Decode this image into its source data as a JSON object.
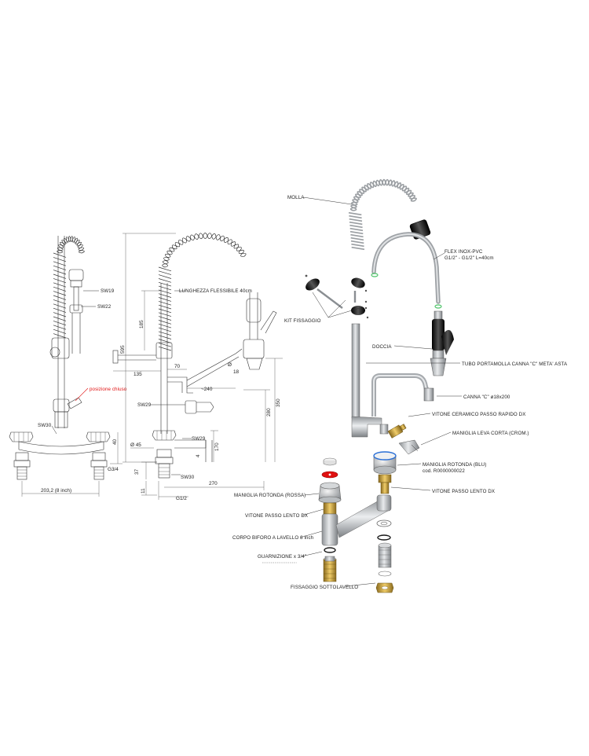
{
  "colors": {
    "red": "#e01010",
    "blue": "#2a6fd6",
    "brass": "#c9a03a",
    "black": "#1a1a1a",
    "green": "#4fc46a",
    "steel": "#b9bcc0"
  },
  "drawing": {
    "front": {
      "labels": {
        "sw19": "SW19",
        "sw22": "SW22",
        "posizione": "posizione chiuso",
        "sw30": "SW30",
        "dim_203": "203,2  (8 inch)",
        "dim_g34": "G3/4",
        "dim_40": "40"
      }
    },
    "side": {
      "labels": {
        "lunghezza": "LUNGHEZZA FLESSIBILE 40cm",
        "d185": "185",
        "d595": "595",
        "d135": "135",
        "d70": "70",
        "d240": "~240",
        "phi": "Ø",
        "d18": "18",
        "sw29a": "SW29",
        "sw29b": "SW29",
        "sw30": "SW30",
        "phi45": "Ø  45",
        "d37": "37",
        "d11": "11",
        "d170": "170",
        "d270": "270",
        "g12": "G1/2",
        "d280": "280",
        "d350": "350",
        "d4": "4"
      }
    },
    "exploded": {
      "labels": {
        "molla": "MOLLA",
        "flex1": "FLEX INOX-PVC",
        "flex2": "G1/2\" - G1/2\" L=40cm",
        "kit": "KIT FISSAGGIO",
        "doccia": "DOCCIA",
        "tubo": "TUBO PORTAMOLLA CANNA \"C\" META' ASTA",
        "canna": "CANNA \"C\"  ø18x200",
        "vitone_ceramico": "VITONE CERAMICO PASSO RAPIDO DX",
        "maniglia_leva": "MANIGLIA LEVA CORTA (CROM.)",
        "maniglia_blu1": "MANIGLIA ROTONDA (BLU)",
        "maniglia_blu2": "cod. R0000000022",
        "vitone_lento_r": "VITONE PASSO LENTO DX",
        "maniglia_rossa": "MANIGLIA ROTONDA (ROSSA)",
        "vitone_lento_l": "VITONE PASSO LENTO DX",
        "corpo": "CORPO BIFORO A LAVELLO 8 inch",
        "guarnizione": "GUARNIZIONE x 3/4\"",
        "fissaggio": "FISSAGGIO SOTTOLAVELLO"
      }
    }
  }
}
